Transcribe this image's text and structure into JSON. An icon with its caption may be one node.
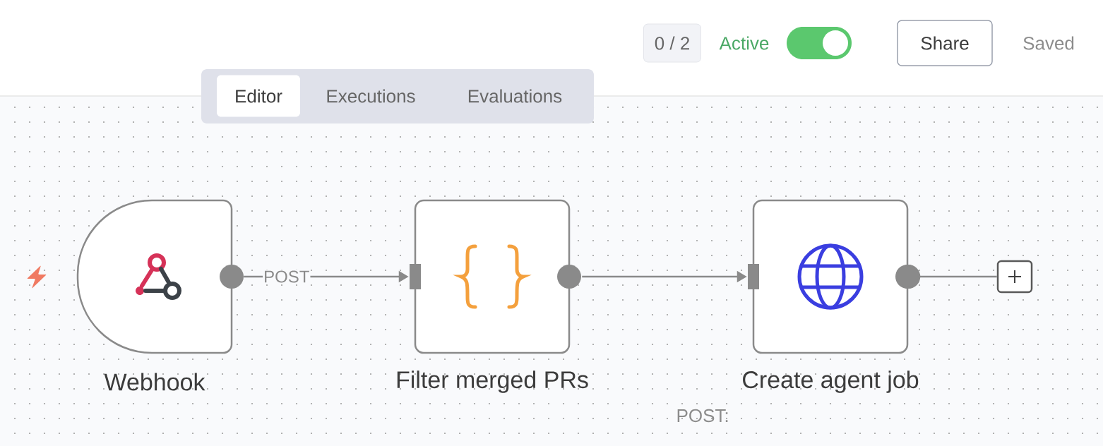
{
  "diagram": {
    "nodes": [
      {
        "text": [
          "Webhook"
        ]
      },
      {
        "text": [
          "Filter merged PRs"
        ]
      },
      {
        "text": [
          "Create agent job"
        ],
        "beside": [
          "POST:"
        ]
      },
      {
        "text": [],
        "shape": "box"
      }
    ],
    "edges": [
      {
        "from": 0,
        "to": 1,
        "arrow": "to",
        "label": "POST"
      },
      {
        "from": 1,
        "to": 2,
        "arrow": "to"
      },
      {
        "from": 2,
        "to": 3,
        "arrow": "other"
      }
    ],
    "labels": [
      "0 / 2",
      "Active",
      "Share",
      "Saved",
      "Editor",
      "Executions",
      "Evaluations"
    ]
  }
}
